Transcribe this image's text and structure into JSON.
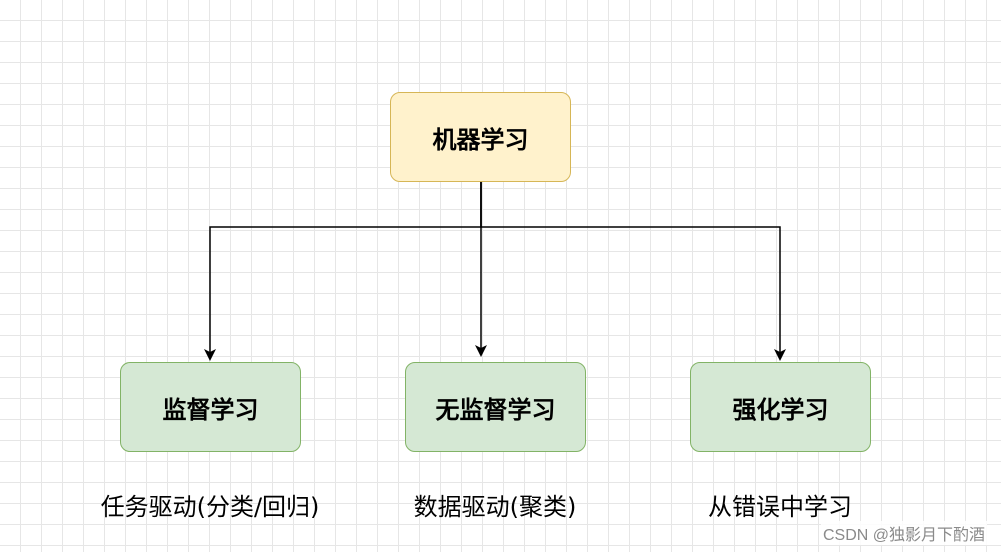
{
  "root": {
    "label": "机器学习"
  },
  "children": [
    {
      "label": "监督学习",
      "caption": "任务驱动(分类/回归)"
    },
    {
      "label": "无监督学习",
      "caption": "数据驱动(聚类)"
    },
    {
      "label": "强化学习",
      "caption": "从错误中学习"
    }
  ],
  "watermark": "CSDN @独影月下酌酒",
  "colors": {
    "root_fill": "#fff2cc",
    "root_stroke": "#d6b656",
    "leaf_fill": "#d5e8d4",
    "leaf_stroke": "#82b366",
    "edge": "#000000"
  }
}
